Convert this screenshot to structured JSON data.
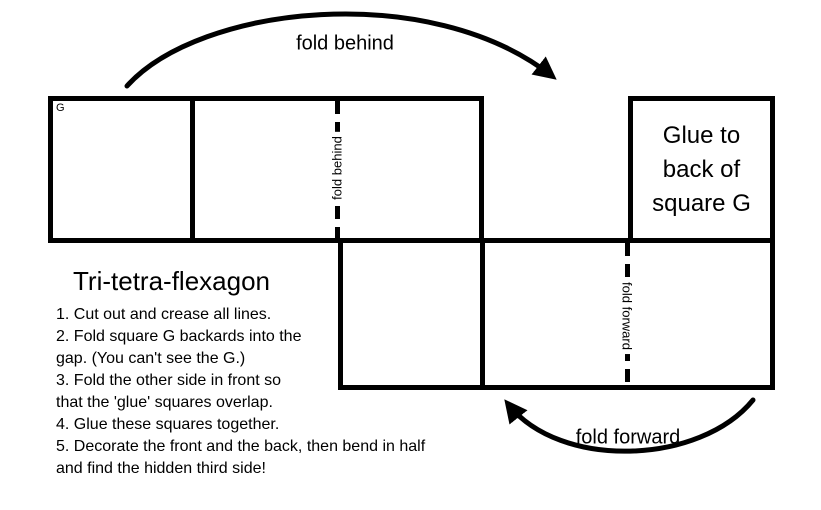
{
  "colors": {
    "line": "#000000",
    "background": "#ffffff",
    "text": "#000000"
  },
  "net": {
    "square_g_corner_label": "G",
    "glue_square_lines": [
      "Glue to",
      "back of",
      "square G"
    ],
    "fold_behind_line_label": "fold behind",
    "fold_forward_line_label": "fold forward"
  },
  "arrows": {
    "top_label": "fold behind",
    "bottom_label": "fold forward"
  },
  "info": {
    "title": "Tri-tetra-flexagon",
    "instructions": [
      "1. Cut out and crease all lines.",
      "2. Fold square G backards into the",
      "gap. (You can't see the G.)",
      "3. Fold the other side in front so",
      "that the 'glue' squares overlap.",
      "4. Glue these squares together.",
      "5. Decorate the front and the back, then bend in half",
      "and find the hidden third side!"
    ]
  }
}
